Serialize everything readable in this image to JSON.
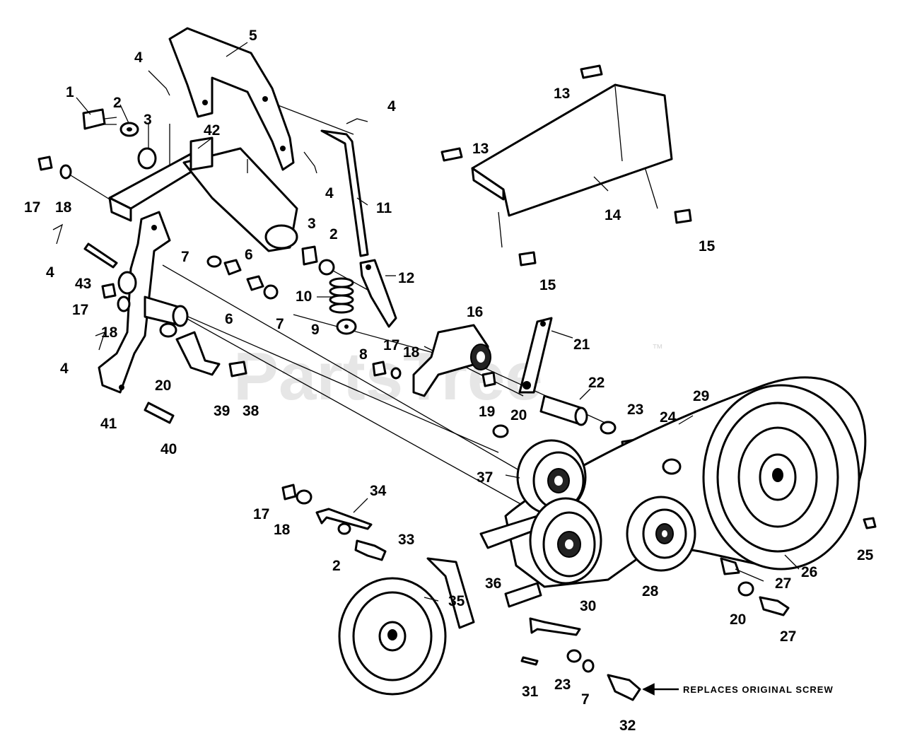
{
  "watermark": {
    "text": "PartsTree",
    "trademark": "™"
  },
  "callouts": [
    {
      "id": "c-1",
      "text": "1"
    },
    {
      "id": "c-2a",
      "text": "2"
    },
    {
      "id": "c-3a",
      "text": "3"
    },
    {
      "id": "c-4a",
      "text": "4"
    },
    {
      "id": "c-5",
      "text": "5"
    },
    {
      "id": "c-4b",
      "text": "4"
    },
    {
      "id": "c-42",
      "text": "42"
    },
    {
      "id": "c-4c",
      "text": "4"
    },
    {
      "id": "c-11",
      "text": "11"
    },
    {
      "id": "c-17a",
      "text": "17"
    },
    {
      "id": "c-18a",
      "text": "18"
    },
    {
      "id": "c-4d",
      "text": "4"
    },
    {
      "id": "c-43",
      "text": "43"
    },
    {
      "id": "c-7a",
      "text": "7"
    },
    {
      "id": "c-6a",
      "text": "6"
    },
    {
      "id": "c-6b",
      "text": "6"
    },
    {
      "id": "c-7b",
      "text": "7"
    },
    {
      "id": "c-3b",
      "text": "3"
    },
    {
      "id": "c-2b",
      "text": "2"
    },
    {
      "id": "c-12",
      "text": "12"
    },
    {
      "id": "c-10",
      "text": "10"
    },
    {
      "id": "c-9",
      "text": "9"
    },
    {
      "id": "c-8",
      "text": "8"
    },
    {
      "id": "c-17b",
      "text": "17"
    },
    {
      "id": "c-18b",
      "text": "18"
    },
    {
      "id": "c-4e",
      "text": "4"
    },
    {
      "id": "c-20a",
      "text": "20"
    },
    {
      "id": "c-41",
      "text": "41"
    },
    {
      "id": "c-40",
      "text": "40"
    },
    {
      "id": "c-39",
      "text": "39"
    },
    {
      "id": "c-38",
      "text": "38"
    },
    {
      "id": "c-13a",
      "text": "13"
    },
    {
      "id": "c-13b",
      "text": "13"
    },
    {
      "id": "c-14",
      "text": "14"
    },
    {
      "id": "c-15a",
      "text": "15"
    },
    {
      "id": "c-15b",
      "text": "15"
    },
    {
      "id": "c-16",
      "text": "16"
    },
    {
      "id": "c-21",
      "text": "21"
    },
    {
      "id": "c-17c",
      "text": "17"
    },
    {
      "id": "c-18c",
      "text": "18"
    },
    {
      "id": "c-19",
      "text": "19"
    },
    {
      "id": "c-20b",
      "text": "20"
    },
    {
      "id": "c-22",
      "text": "22"
    },
    {
      "id": "c-23a",
      "text": "23"
    },
    {
      "id": "c-24",
      "text": "24"
    },
    {
      "id": "c-29",
      "text": "29"
    },
    {
      "id": "c-37",
      "text": "37"
    },
    {
      "id": "c-34",
      "text": "34"
    },
    {
      "id": "c-17d",
      "text": "17"
    },
    {
      "id": "c-18d",
      "text": "18"
    },
    {
      "id": "c-33",
      "text": "33"
    },
    {
      "id": "c-2c",
      "text": "2"
    },
    {
      "id": "c-25",
      "text": "25"
    },
    {
      "id": "c-26",
      "text": "26"
    },
    {
      "id": "c-27a",
      "text": "27"
    },
    {
      "id": "c-28",
      "text": "28"
    },
    {
      "id": "c-36",
      "text": "36"
    },
    {
      "id": "c-35",
      "text": "35"
    },
    {
      "id": "c-20c",
      "text": "20"
    },
    {
      "id": "c-27b",
      "text": "27"
    },
    {
      "id": "c-30",
      "text": "30"
    },
    {
      "id": "c-31",
      "text": "31"
    },
    {
      "id": "c-23b",
      "text": "23"
    },
    {
      "id": "c-7c",
      "text": "7"
    },
    {
      "id": "c-32",
      "text": "32"
    }
  ],
  "notes": {
    "replaces": "REPLACES ORIGINAL SCREW"
  }
}
